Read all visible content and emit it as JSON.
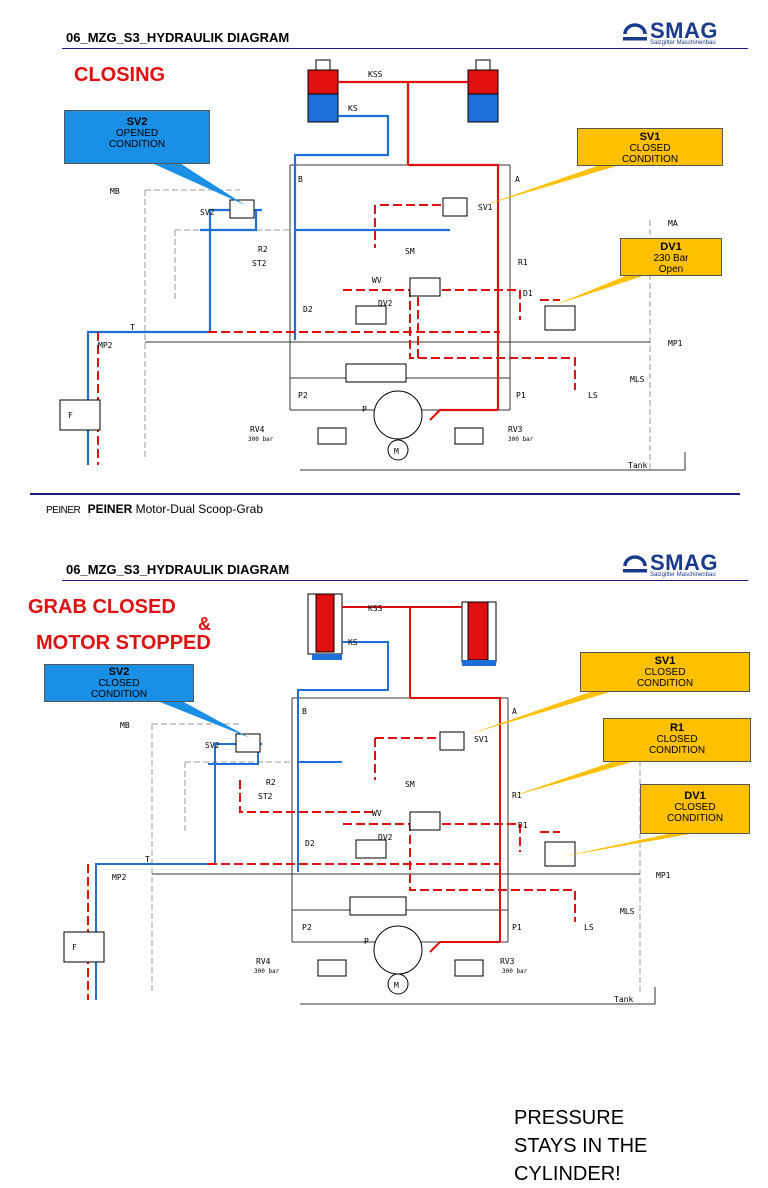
{
  "slides": [
    {
      "header_title": "06_MZG_S3_HYDRAULIK DIAGRAM",
      "state_title": "CLOSING",
      "footer_brand_small": "PEINER",
      "footer_brand": "PEINER",
      "footer_text": "Motor-Dual Scoop-Grab",
      "callouts": {
        "sv2": {
          "title": "SV2",
          "lines": [
            "OPENED",
            "CONDITION"
          ]
        },
        "sv1": {
          "title": "SV1",
          "lines": [
            "CLOSED",
            "CONDITION"
          ]
        },
        "dv1": {
          "title": "DV1",
          "lines": [
            "230 Bar",
            "Open"
          ]
        }
      }
    },
    {
      "header_title": "06_MZG_S3_HYDRAULIK DIAGRAM",
      "state_title_line1": "GRAB CLOSED",
      "state_title_amp": "&",
      "state_title_line2": "MOTOR STOPPED",
      "note": "PRESSURE STAYS IN THE CYLINDER!",
      "callouts": {
        "sv2": {
          "title": "SV2",
          "lines": [
            "CLOSED",
            "CONDITION"
          ]
        },
        "sv1": {
          "title": "SV1",
          "lines": [
            "CLOSED",
            "CONDITION"
          ]
        },
        "r1": {
          "title": "R1",
          "lines": [
            "CLOSED",
            "CONDITION"
          ]
        },
        "dv1": {
          "title": "DV1",
          "lines": [
            "CLOSED",
            "CONDITION"
          ]
        }
      }
    }
  ],
  "logo": {
    "word": "SMAG",
    "sub": "Salzgitter Maschinenbau"
  },
  "diagram_labels": {
    "kss": "KSS",
    "ks": "KS",
    "b": "B",
    "a": "A",
    "mb": "MB",
    "ma": "MA",
    "sv2": "SV2",
    "sv1": "SV1",
    "r2": "R2",
    "r1": "R1",
    "sm": "SM",
    "st2": "ST2",
    "wv": "WV",
    "d1": "D1",
    "d2": "D2",
    "dv2": "DV2",
    "t": "T",
    "mp2": "MP2",
    "mp1": "MP1",
    "mls": "MLS",
    "ls": "LS",
    "p2": "P2",
    "p1": "P1",
    "p": "P",
    "f": "F",
    "rv4": "RV4",
    "rv3": "RV3",
    "rv4_bar": "300 bar",
    "rv3_bar": "300 bar",
    "m": "M",
    "tank": "Tank"
  },
  "colors": {
    "red": "#e01010",
    "blue": "#1e6fd9",
    "callout_blue": "#1a8fe6",
    "callout_yellow": "#ffc000",
    "brand": "#1a3a8c"
  }
}
